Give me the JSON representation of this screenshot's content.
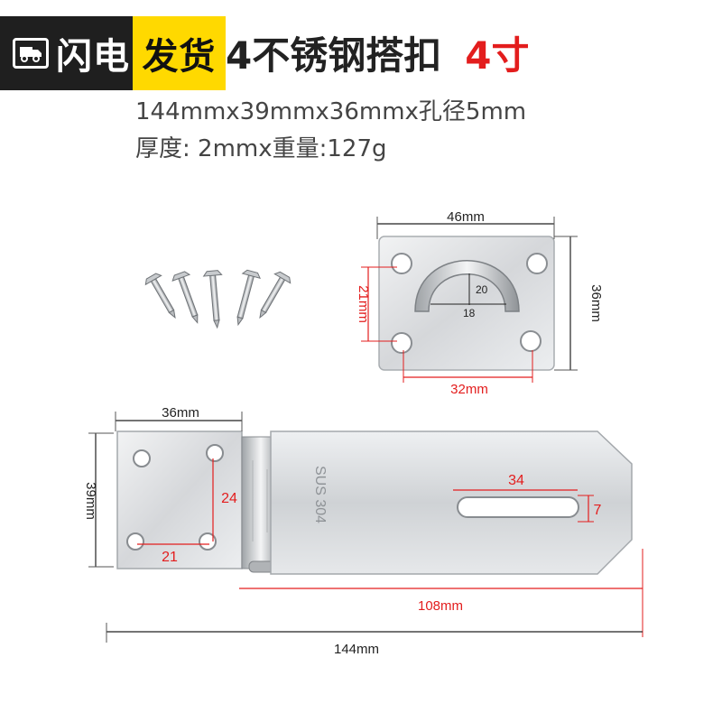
{
  "badge": {
    "part1": "闪电",
    "part2": "发货"
  },
  "title": {
    "main": "4不锈钢搭扣",
    "size": "4寸"
  },
  "specs": {
    "line1": "144mmx39mmx36mmx孔径5mm",
    "line2": "厚度: 2mmx重量:127g"
  },
  "staple_dims": {
    "width": "46mm",
    "height": "36mm",
    "hole_v": "21mm",
    "hole_h": "32mm",
    "loop_h": "20",
    "loop_w": "18"
  },
  "hasp_dims": {
    "plate_width": "36mm",
    "height": "39mm",
    "hole_v": "24",
    "hole_h": "21",
    "stamp": "SUS 304",
    "slot_len": "34",
    "slot_w": "7",
    "arm_len": "108mm",
    "total_len": "144mm"
  },
  "colors": {
    "red": "#e31d1d",
    "badge_dark": "#1f1f1f",
    "badge_yellow": "#ffd900",
    "steel": "#d9dadc"
  }
}
